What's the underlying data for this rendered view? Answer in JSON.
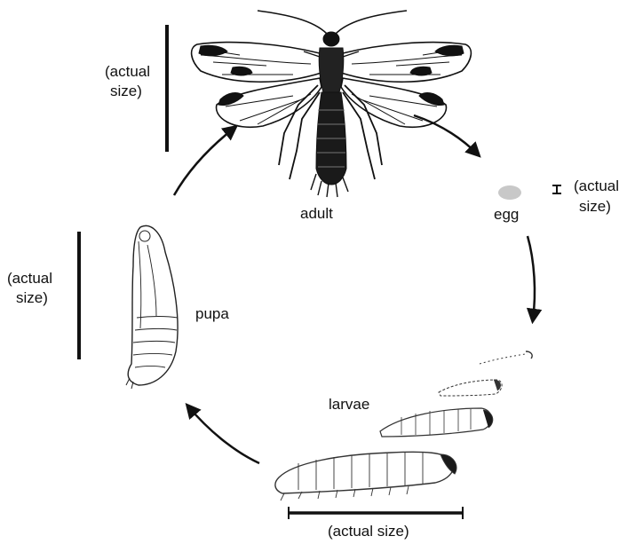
{
  "diagram": {
    "stages": {
      "adult": "adult",
      "egg": "egg",
      "larvae": "larvae",
      "pupa": "pupa"
    },
    "scale_labels": {
      "adult": [
        "(actual",
        "size)"
      ],
      "egg": [
        "(actual",
        "size)"
      ],
      "pupa": [
        "(actual",
        "size)"
      ],
      "larvae": "(actual size)"
    },
    "colors": {
      "ink": "#111111",
      "egg_fill": "#c8c8c8",
      "larva_head": "#1a1a1a"
    },
    "icons": {
      "adult": "moth-illustration",
      "egg": "egg-shape",
      "larvae": "caterpillar-series",
      "pupa": "pupa-illustration"
    }
  }
}
